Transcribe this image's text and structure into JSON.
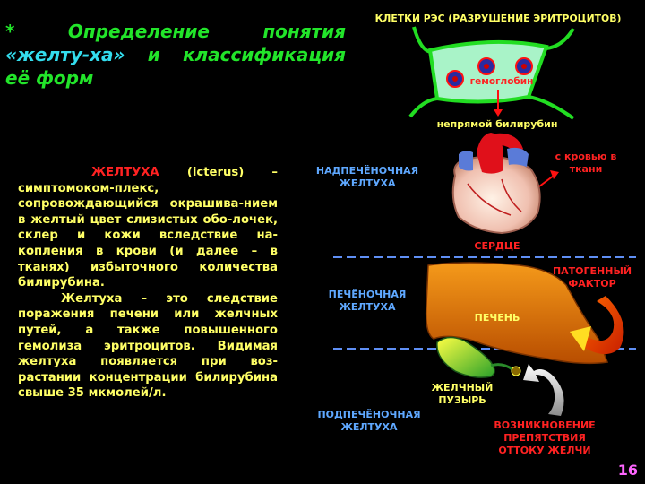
{
  "title": {
    "star": "*",
    "line1": "Определение понятия",
    "line2_quote": "«желту-ха»",
    "line2_rest": "и классификация",
    "line3": "её форм"
  },
  "body": {
    "term": "ЖЕЛТУХА",
    "p1": "(icterus) – симптомоком-плекс, сопровождающийся окрашива-нием в желтый цвет слизистых обо-лочек, склер и кожи вследствие на-копления в крови (и далее – в тканях) избыточного количества билирубина.",
    "p2": "Желтуха – это следствие поражения печени или желчных путей, а также повышенного гемолиза эритроцитов. Видимая желтуха появляется при воз-растании концентрации билирубина свыше 35 мкмолей/л."
  },
  "diagram": {
    "header": "КЛЕТКИ РЭС (РАЗРУШЕНИЕ ЭРИТРОЦИТОВ)",
    "hemoglobin": "гемоглобин",
    "indirect_bilirubin": "непрямой билирубин",
    "with_blood": "с кровью в ткани",
    "heart": "СЕРДЦЕ",
    "prehepatic": "НАДПЕЧЁНОЧНАЯ ЖЕЛТУХА",
    "hepatic": "ПЕЧЁНОЧНАЯ ЖЕЛТУХА",
    "liver": "ПЕЧЕНЬ",
    "pathogenic": "ПАТОГЕННЫЙ ФАКТОР",
    "gallbladder": "ЖЕЛЧНЫЙ ПУЗЫРЬ",
    "posthepatic": "ПОДПЕЧЁНОЧНАЯ ЖЕЛТУХА",
    "obstruction": "ВОЗНИКНОВЕНИЕ ПРЕПЯТСТВИЯ ОТТОКУ ЖЕЛЧИ"
  },
  "page_number": "16",
  "colors": {
    "background": "#000000",
    "title": "#22e52a",
    "body_text": "#ffff66",
    "accent_red": "#ff2222",
    "accent_blue": "#5fa8ff",
    "page_number": "#ff66ff"
  }
}
